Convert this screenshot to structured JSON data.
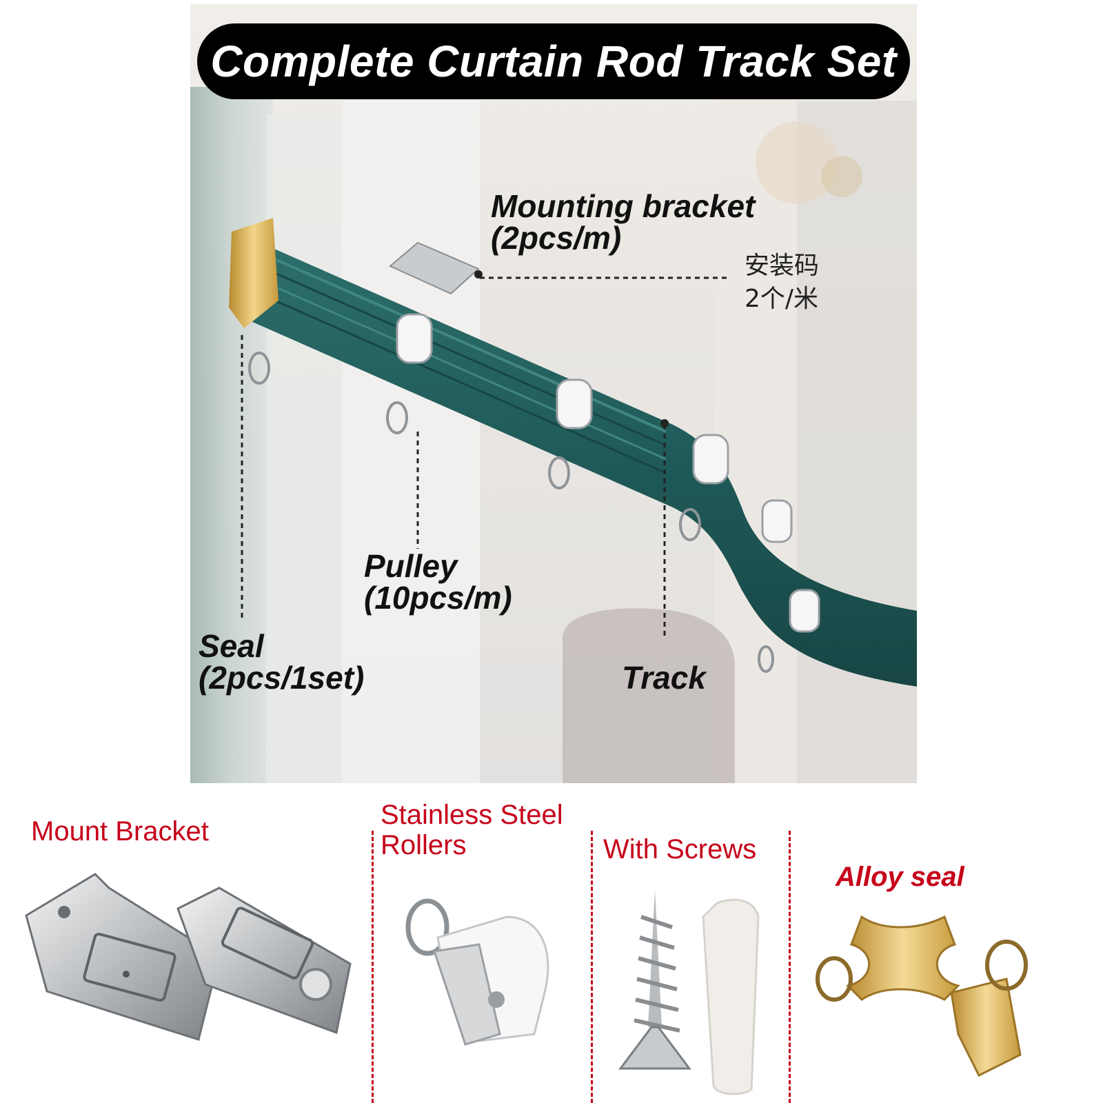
{
  "hero": {
    "title": "Complete Curtain Rod Track Set",
    "labels": {
      "mounting_bracket": [
        "Mounting bracket",
        "(2pcs/m)"
      ],
      "mounting_bracket_cn": [
        "安装码",
        "2个/米"
      ],
      "pulley": [
        "Pulley",
        "(10pcs/m)"
      ],
      "seal": [
        "Seal",
        "(2pcs/1set)"
      ],
      "track": "Track"
    }
  },
  "parts": {
    "mount_bracket": "Mount Bracket",
    "rollers": [
      "Stainless Steel",
      "Rollers"
    ],
    "screws": "With Screws",
    "seal": "Alloy seal"
  },
  "colors": {
    "track": "#1f5a58",
    "accent_red": "#c6001a",
    "gold": "#d8b25a",
    "title_bg": "#000000"
  }
}
